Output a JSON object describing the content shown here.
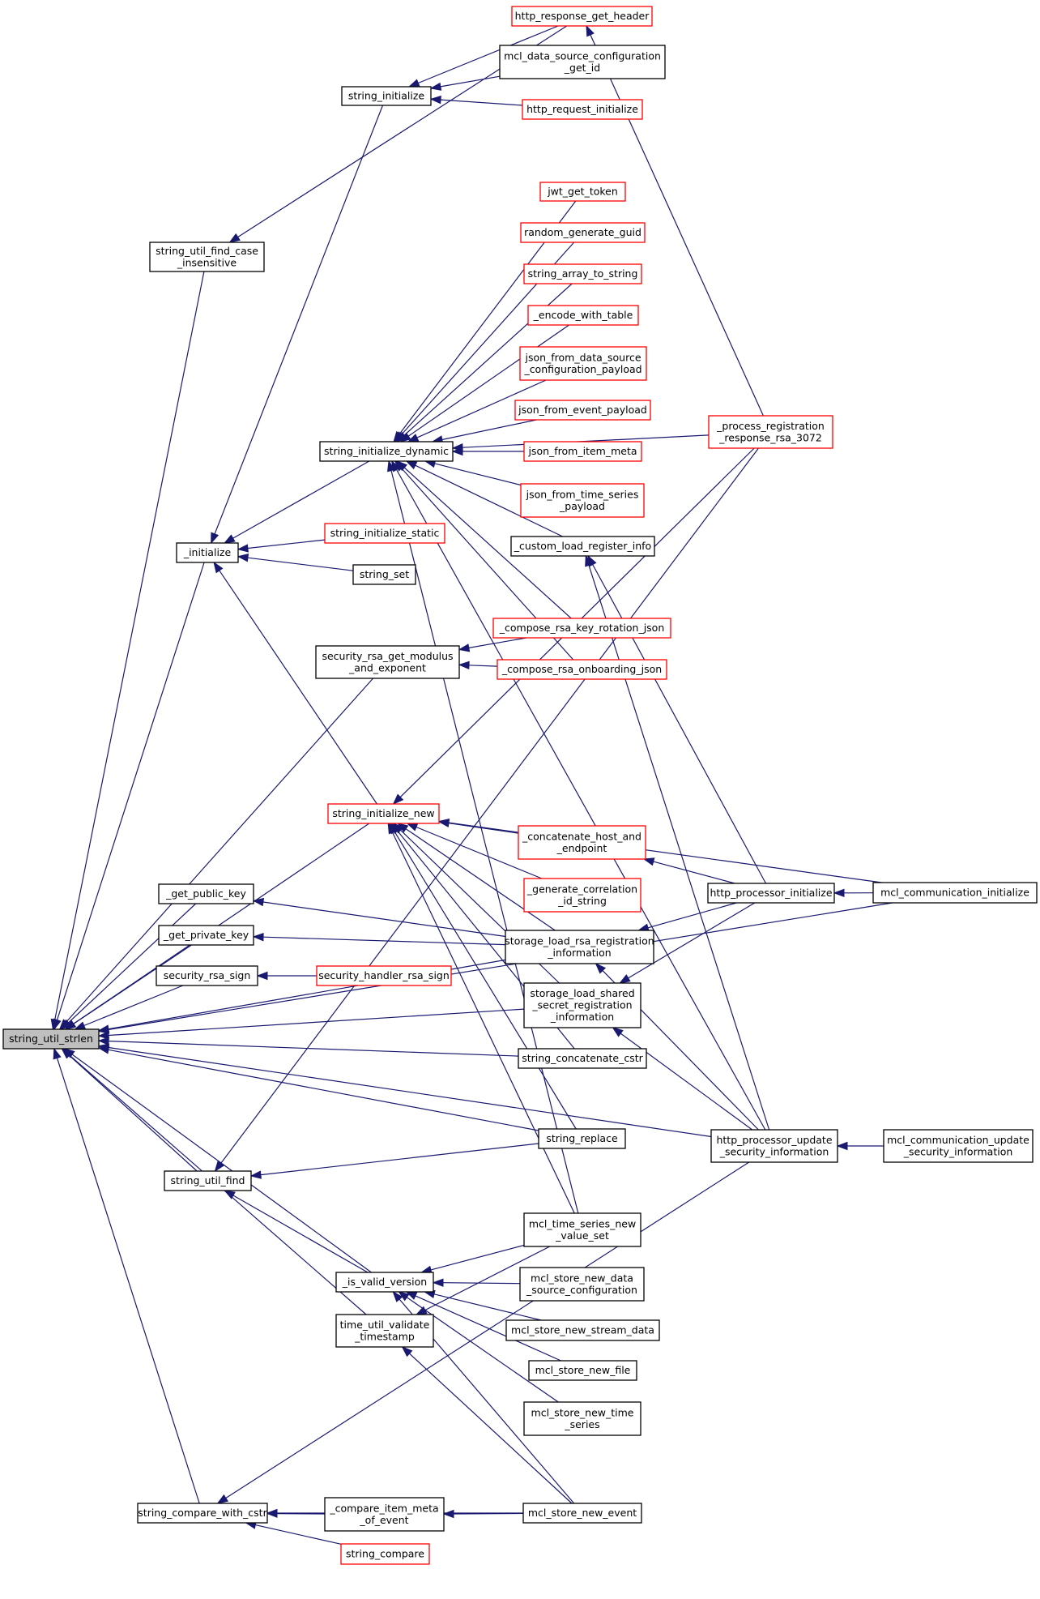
{
  "graph": {
    "edge_color": "#191970",
    "root_fill": "#bfbfbf",
    "link_border": "#000000",
    "unlinked_border": "#ff0000",
    "nodes": [
      {
        "id": "string_util_strlen",
        "lines": [
          "string_util_strlen"
        ],
        "style": "root"
      },
      {
        "id": "string_util_find_case_insensitive",
        "lines": [
          "string_util_find_case",
          "_insensitive"
        ],
        "style": "normal"
      },
      {
        "id": "string_initialize",
        "lines": [
          "string_initialize"
        ],
        "style": "normal"
      },
      {
        "id": "http_response_get_header",
        "lines": [
          "http_response_get_header"
        ],
        "style": "red"
      },
      {
        "id": "mcl_data_source_configuration_get_id",
        "lines": [
          "mcl_data_source_configuration",
          "_get_id"
        ],
        "style": "normal"
      },
      {
        "id": "http_request_initialize",
        "lines": [
          "http_request_initialize"
        ],
        "style": "red"
      },
      {
        "id": "jwt_get_token",
        "lines": [
          "jwt_get_token"
        ],
        "style": "red"
      },
      {
        "id": "random_generate_guid",
        "lines": [
          "random_generate_guid"
        ],
        "style": "red"
      },
      {
        "id": "string_array_to_string",
        "lines": [
          "string_array_to_string"
        ],
        "style": "red"
      },
      {
        "id": "_encode_with_table",
        "lines": [
          "_encode_with_table"
        ],
        "style": "red"
      },
      {
        "id": "json_from_data_source_configuration_payload",
        "lines": [
          "json_from_data_source",
          "_configuration_payload"
        ],
        "style": "red"
      },
      {
        "id": "json_from_event_payload",
        "lines": [
          "json_from_event_payload"
        ],
        "style": "red"
      },
      {
        "id": "json_from_item_meta",
        "lines": [
          "json_from_item_meta"
        ],
        "style": "red"
      },
      {
        "id": "json_from_time_series_payload",
        "lines": [
          "json_from_time_series",
          "_payload"
        ],
        "style": "red"
      },
      {
        "id": "_process_registration_response_rsa_3072",
        "lines": [
          "_process_registration",
          "_response_rsa_3072"
        ],
        "style": "red"
      },
      {
        "id": "string_initialize_dynamic",
        "lines": [
          "string_initialize_dynamic"
        ],
        "style": "normal"
      },
      {
        "id": "_custom_load_register_info",
        "lines": [
          "_custom_load_register_info"
        ],
        "style": "normal"
      },
      {
        "id": "_initialize",
        "lines": [
          "_initialize"
        ],
        "style": "normal"
      },
      {
        "id": "string_initialize_static",
        "lines": [
          "string_initialize_static"
        ],
        "style": "red"
      },
      {
        "id": "string_set",
        "lines": [
          "string_set"
        ],
        "style": "normal"
      },
      {
        "id": "security_rsa_get_modulus_and_exponent",
        "lines": [
          "security_rsa_get_modulus",
          "_and_exponent"
        ],
        "style": "normal"
      },
      {
        "id": "_compose_rsa_key_rotation_json",
        "lines": [
          "_compose_rsa_key_rotation_json"
        ],
        "style": "red"
      },
      {
        "id": "_compose_rsa_onboarding_json",
        "lines": [
          "_compose_rsa_onboarding_json"
        ],
        "style": "red"
      },
      {
        "id": "string_initialize_new",
        "lines": [
          "string_initialize_new"
        ],
        "style": "red"
      },
      {
        "id": "_concatenate_host_and_endpoint",
        "lines": [
          "_concatenate_host_and",
          "_endpoint"
        ],
        "style": "red"
      },
      {
        "id": "_generate_correlation_id_string",
        "lines": [
          "_generate_correlation",
          "_id_string"
        ],
        "style": "red"
      },
      {
        "id": "http_processor_initialize",
        "lines": [
          "http_processor_initialize"
        ],
        "style": "normal"
      },
      {
        "id": "mcl_communication_initialize",
        "lines": [
          "mcl_communication_initialize"
        ],
        "style": "normal"
      },
      {
        "id": "_get_public_key",
        "lines": [
          "_get_public_key"
        ],
        "style": "normal"
      },
      {
        "id": "_get_private_key",
        "lines": [
          "_get_private_key"
        ],
        "style": "normal"
      },
      {
        "id": "storage_load_rsa_registration_information",
        "lines": [
          "storage_load_rsa_registration",
          "_information"
        ],
        "style": "normal"
      },
      {
        "id": "security_rsa_sign",
        "lines": [
          "security_rsa_sign"
        ],
        "style": "normal"
      },
      {
        "id": "security_handler_rsa_sign",
        "lines": [
          "security_handler_rsa_sign"
        ],
        "style": "red"
      },
      {
        "id": "storage_load_shared_secret_registration_information",
        "lines": [
          "storage_load_shared",
          "_secret_registration",
          "_information"
        ],
        "style": "normal"
      },
      {
        "id": "string_concatenate_cstr",
        "lines": [
          "string_concatenate_cstr"
        ],
        "style": "normal"
      },
      {
        "id": "string_replace",
        "lines": [
          "string_replace"
        ],
        "style": "normal"
      },
      {
        "id": "http_processor_update_security_information",
        "lines": [
          "http_processor_update",
          "_security_information"
        ],
        "style": "normal"
      },
      {
        "id": "mcl_communication_update_security_information",
        "lines": [
          "mcl_communication_update",
          "_security_information"
        ],
        "style": "normal"
      },
      {
        "id": "string_util_find",
        "lines": [
          "string_util_find"
        ],
        "style": "normal"
      },
      {
        "id": "mcl_time_series_new_value_set",
        "lines": [
          "mcl_time_series_new",
          "_value_set"
        ],
        "style": "normal"
      },
      {
        "id": "_is_valid_version",
        "lines": [
          "_is_valid_version"
        ],
        "style": "normal"
      },
      {
        "id": "mcl_store_new_data_source_configuration",
        "lines": [
          "mcl_store_new_data",
          "_source_configuration"
        ],
        "style": "normal"
      },
      {
        "id": "time_util_validate_timestamp",
        "lines": [
          "time_util_validate",
          "_timestamp"
        ],
        "style": "normal"
      },
      {
        "id": "mcl_store_new_stream_data",
        "lines": [
          "mcl_store_new_stream_data"
        ],
        "style": "normal"
      },
      {
        "id": "mcl_store_new_file",
        "lines": [
          "mcl_store_new_file"
        ],
        "style": "normal"
      },
      {
        "id": "mcl_store_new_time_series",
        "lines": [
          "mcl_store_new_time",
          "_series"
        ],
        "style": "normal"
      },
      {
        "id": "string_compare_with_cstr",
        "lines": [
          "string_compare_with_cstr"
        ],
        "style": "normal"
      },
      {
        "id": "_compare_item_meta_of_event",
        "lines": [
          "_compare_item_meta",
          "_of_event"
        ],
        "style": "normal"
      },
      {
        "id": "mcl_store_new_event",
        "lines": [
          "mcl_store_new_event"
        ],
        "style": "normal"
      },
      {
        "id": "string_compare",
        "lines": [
          "string_compare"
        ],
        "style": "red"
      }
    ],
    "edges": [
      {
        "from": "string_util_find_case_insensitive",
        "to": "string_util_strlen"
      },
      {
        "from": "_initialize",
        "to": "string_util_strlen"
      },
      {
        "from": "security_rsa_get_modulus_and_exponent",
        "to": "string_util_strlen"
      },
      {
        "from": "string_initialize_new",
        "to": "string_util_strlen"
      },
      {
        "from": "_get_public_key",
        "to": "string_util_strlen"
      },
      {
        "from": "_get_private_key",
        "to": "string_util_strlen"
      },
      {
        "from": "security_rsa_sign",
        "to": "string_util_strlen"
      },
      {
        "from": "storage_load_rsa_registration_information",
        "to": "string_util_strlen"
      },
      {
        "from": "storage_load_shared_secret_registration_information",
        "to": "string_util_strlen"
      },
      {
        "from": "string_concatenate_cstr",
        "to": "string_util_strlen"
      },
      {
        "from": "mcl_communication_initialize",
        "to": "string_util_strlen"
      },
      {
        "from": "string_replace",
        "to": "string_util_strlen"
      },
      {
        "from": "string_util_find",
        "to": "string_util_strlen"
      },
      {
        "from": "http_processor_update_security_information",
        "to": "string_util_strlen"
      },
      {
        "from": "_is_valid_version",
        "to": "string_util_strlen"
      },
      {
        "from": "time_util_validate_timestamp",
        "to": "string_util_strlen"
      },
      {
        "from": "string_compare_with_cstr",
        "to": "string_util_strlen"
      },
      {
        "from": "http_response_get_header",
        "to": "string_util_find_case_insensitive"
      },
      {
        "from": "http_response_get_header",
        "to": "string_initialize"
      },
      {
        "from": "mcl_data_source_configuration_get_id",
        "to": "string_initialize"
      },
      {
        "from": "http_request_initialize",
        "to": "string_initialize"
      },
      {
        "from": "string_initialize",
        "to": "_initialize"
      },
      {
        "from": "string_initialize_dynamic",
        "to": "_initialize"
      },
      {
        "from": "string_initialize_static",
        "to": "_initialize"
      },
      {
        "from": "string_set",
        "to": "_initialize"
      },
      {
        "from": "string_initialize_new",
        "to": "_initialize"
      },
      {
        "from": "_process_registration_response_rsa_3072",
        "to": "string_initialize_dynamic"
      },
      {
        "from": "jwt_get_token",
        "to": "string_initialize_dynamic"
      },
      {
        "from": "random_generate_guid",
        "to": "string_initialize_dynamic"
      },
      {
        "from": "string_array_to_string",
        "to": "string_initialize_dynamic"
      },
      {
        "from": "_encode_with_table",
        "to": "string_initialize_dynamic"
      },
      {
        "from": "json_from_data_source_configuration_payload",
        "to": "string_initialize_dynamic"
      },
      {
        "from": "json_from_event_payload",
        "to": "string_initialize_dynamic"
      },
      {
        "from": "json_from_item_meta",
        "to": "string_initialize_dynamic"
      },
      {
        "from": "json_from_time_series_payload",
        "to": "string_initialize_dynamic"
      },
      {
        "from": "_custom_load_register_info",
        "to": "string_initialize_dynamic"
      },
      {
        "from": "http_processor_update_security_information",
        "to": "string_initialize_dynamic"
      },
      {
        "from": "_compose_rsa_key_rotation_json",
        "to": "string_initialize_dynamic"
      },
      {
        "from": "_compose_rsa_onboarding_json",
        "to": "string_initialize_dynamic"
      },
      {
        "from": "mcl_time_series_new_value_set",
        "to": "string_initialize_dynamic"
      },
      {
        "from": "_compose_rsa_key_rotation_json",
        "to": "security_rsa_get_modulus_and_exponent"
      },
      {
        "from": "_compose_rsa_onboarding_json",
        "to": "security_rsa_get_modulus_and_exponent"
      },
      {
        "from": "_process_registration_response_rsa_3072",
        "to": "http_response_get_header"
      },
      {
        "from": "http_processor_initialize",
        "to": "_custom_load_register_info"
      },
      {
        "from": "http_processor_update_security_information",
        "to": "_custom_load_register_info"
      },
      {
        "from": "_process_registration_response_rsa_3072",
        "to": "string_initialize_new"
      },
      {
        "from": "_concatenate_host_and_endpoint",
        "to": "string_initialize_new"
      },
      {
        "from": "_generate_correlation_id_string",
        "to": "string_initialize_new"
      },
      {
        "from": "mcl_communication_initialize",
        "to": "string_initialize_new"
      },
      {
        "from": "storage_load_rsa_registration_information",
        "to": "string_initialize_new"
      },
      {
        "from": "storage_load_shared_secret_registration_information",
        "to": "string_initialize_new"
      },
      {
        "from": "string_concatenate_cstr",
        "to": "string_initialize_new"
      },
      {
        "from": "string_replace",
        "to": "string_initialize_new"
      },
      {
        "from": "mcl_time_series_new_value_set",
        "to": "string_initialize_new"
      },
      {
        "from": "http_processor_initialize",
        "to": "_concatenate_host_and_endpoint"
      },
      {
        "from": "mcl_communication_initialize",
        "to": "http_processor_initialize"
      },
      {
        "from": "http_processor_initialize",
        "to": "storage_load_rsa_registration_information"
      },
      {
        "from": "http_processor_initialize",
        "to": "storage_load_shared_secret_registration_information"
      },
      {
        "from": "http_processor_update_security_information",
        "to": "storage_load_rsa_registration_information"
      },
      {
        "from": "http_processor_update_security_information",
        "to": "storage_load_shared_secret_registration_information"
      },
      {
        "from": "storage_load_rsa_registration_information",
        "to": "_get_public_key"
      },
      {
        "from": "storage_load_rsa_registration_information",
        "to": "_get_private_key"
      },
      {
        "from": "security_handler_rsa_sign",
        "to": "security_rsa_sign"
      },
      {
        "from": "mcl_communication_update_security_information",
        "to": "http_processor_update_security_information"
      },
      {
        "from": "string_replace",
        "to": "string_util_find"
      },
      {
        "from": "_process_registration_response_rsa_3072",
        "to": "string_util_find"
      },
      {
        "from": "_is_valid_version",
        "to": "string_util_find"
      },
      {
        "from": "mcl_store_new_data_source_configuration",
        "to": "_is_valid_version"
      },
      {
        "from": "mcl_time_series_new_value_set",
        "to": "_is_valid_version"
      },
      {
        "from": "mcl_store_new_stream_data",
        "to": "_is_valid_version"
      },
      {
        "from": "mcl_store_new_file",
        "to": "_is_valid_version"
      },
      {
        "from": "mcl_store_new_time_series",
        "to": "_is_valid_version"
      },
      {
        "from": "mcl_store_new_event",
        "to": "_is_valid_version"
      },
      {
        "from": "mcl_time_series_new_value_set",
        "to": "time_util_validate_timestamp"
      },
      {
        "from": "mcl_store_new_event",
        "to": "time_util_validate_timestamp"
      },
      {
        "from": "_compare_item_meta_of_event",
        "to": "string_compare_with_cstr"
      },
      {
        "from": "string_compare",
        "to": "string_compare_with_cstr"
      },
      {
        "from": "mcl_store_new_event",
        "to": "string_compare_with_cstr"
      },
      {
        "from": "http_processor_update_security_information",
        "to": "string_compare_with_cstr"
      },
      {
        "from": "mcl_store_new_event",
        "to": "_compare_item_meta_of_event"
      }
    ]
  }
}
